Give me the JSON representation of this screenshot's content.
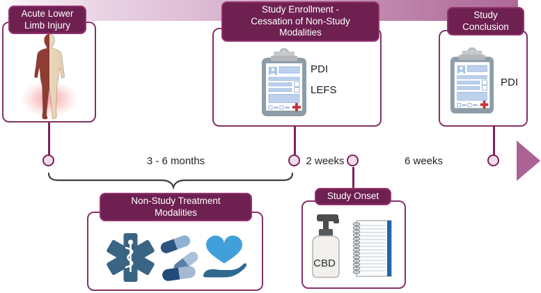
{
  "palette": {
    "header_bg": "#6e2051",
    "header_border": "#93346f",
    "card_border": "#833169",
    "connector": "#7c2257",
    "brace": "#3f3f3f",
    "timeline_start": "#ffffff",
    "timeline_end": "#ae6b98",
    "arrowhead": "#aa6394",
    "label_text": "#242424",
    "icon_steel_blue": "#3a6484",
    "icon_heart_blue": "#41a0da",
    "clipboard_gray": "#8d9da7",
    "form_blue": "#bdd1ec",
    "cross_red": "#c8353c",
    "notebook_spine_blue": "#2263ae"
  },
  "timeline": {
    "segments": [
      {
        "label": "3 - 6 months"
      },
      {
        "label": "2 weeks"
      },
      {
        "label": "6 weeks"
      }
    ]
  },
  "boxes": {
    "injury": {
      "title_lines": [
        "Acute Lower",
        "Limb Injury"
      ],
      "icon": "human-body-injury"
    },
    "enrollment": {
      "title_lines": [
        "Study Enrollment -",
        "Cessation of Non-Study",
        "Modalities"
      ],
      "assessments": [
        "PDI",
        "LEFS"
      ],
      "icon": "clipboard-form"
    },
    "conclusion": {
      "title_lines": [
        "Study",
        "Conclusion"
      ],
      "assessments": [
        "PDI"
      ],
      "icon": "clipboard-form"
    },
    "nonstudy": {
      "title_lines": [
        "Non-Study Treatment",
        "Modalities"
      ],
      "icons": [
        "star-of-life",
        "pills",
        "heart-in-hand"
      ]
    },
    "onset": {
      "title_lines": [
        "Study Onset"
      ],
      "bottle_label": "CBD",
      "icons": [
        "cbd-pump-bottle",
        "notebook"
      ]
    }
  }
}
